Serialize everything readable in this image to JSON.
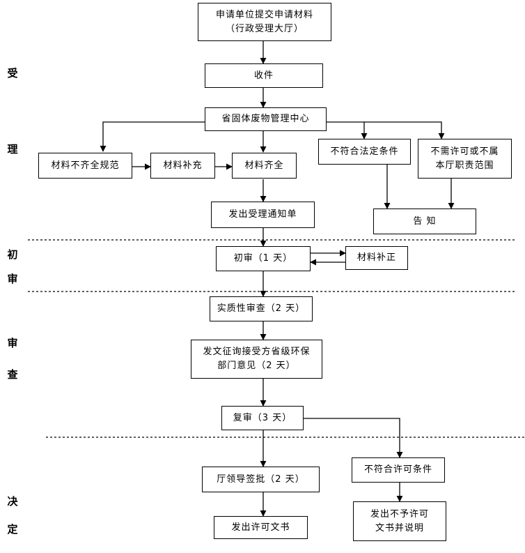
{
  "stages": {
    "acceptance": [
      "受",
      "理"
    ],
    "preliminary": [
      "初",
      "审"
    ],
    "review": [
      "审",
      "查"
    ],
    "decision": [
      "决",
      "定"
    ]
  },
  "boxes": {
    "submit": "申请单位提交申请材料\n（行政受理大厅）",
    "receive": "收件",
    "center": "省固体废物管理中心",
    "incomplete": "材料不齐全规范",
    "supplement": "材料补充",
    "complete": "材料齐全",
    "not_legal": "不符合法定条件",
    "no_permit_needed": "不需许可或不属\n本厅职责范围",
    "notice_accept": "发出受理通知单",
    "inform": "告    知",
    "prelim_review": "初审（1 天）",
    "material_correct": "材料补正",
    "substantive": "实质性审查（2 天）",
    "consult": "发文征询接受方省级环保\n部门意见（2 天）",
    "recheck": "复审（3 天）",
    "leader_approve": "厅领导签批（2 天）",
    "not_meet": "不符合许可条件",
    "issue_permit": "发出许可文书",
    "issue_reject": "发出不予许可\n文书并说明"
  }
}
